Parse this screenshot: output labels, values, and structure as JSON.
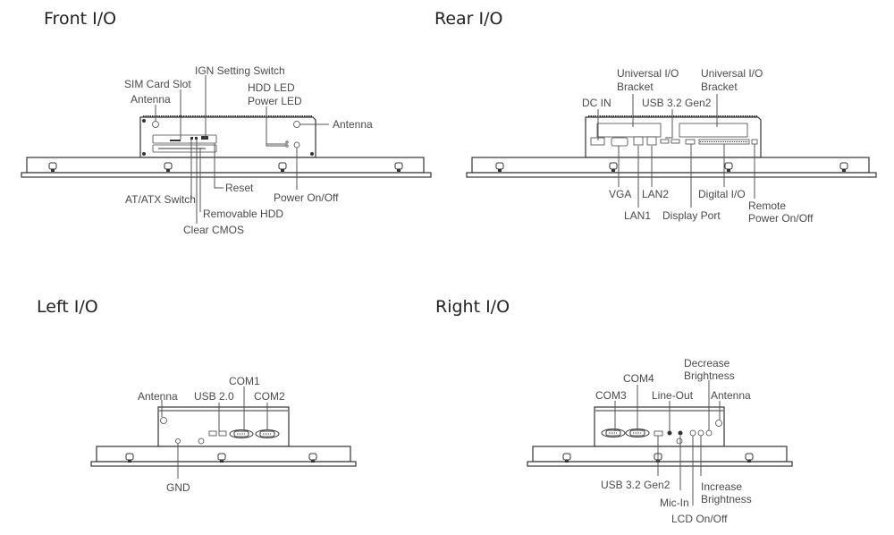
{
  "sections": {
    "front": {
      "title": "Front I/O",
      "labels": {
        "ign": "IGN Setting Switch",
        "sim": "SIM Card Slot",
        "antenna_left": "Antenna",
        "hdd_led": "HDD LED",
        "power_led": "Power LED",
        "antenna_right": "Antenna",
        "reset": "Reset",
        "power_onoff": "Power On/Off",
        "at_atx": "AT/ATX Switch",
        "removable_hdd": "Removable HDD",
        "clear_cmos": "Clear CMOS"
      }
    },
    "rear": {
      "title": "Rear I/O",
      "labels": {
        "uio1_a": "Universal I/O",
        "uio1_b": "Bracket",
        "uio2_a": "Universal I/O",
        "uio2_b": "Bracket",
        "dc_in": "DC IN",
        "usb": "USB 3.2 Gen2",
        "vga": "VGA",
        "lan2": "LAN2",
        "lan1": "LAN1",
        "dp": "Display Port",
        "dio": "Digital I/O",
        "remote_a": "Remote",
        "remote_b": "Power On/Off"
      }
    },
    "left": {
      "title": "Left I/O",
      "labels": {
        "com1": "COM1",
        "antenna": "Antenna",
        "usb": "USB 2.0",
        "com2": "COM2",
        "gnd": "GND"
      }
    },
    "right": {
      "title": "Right I/O",
      "labels": {
        "dec_a": "Decrease",
        "dec_b": "Brightness",
        "com4": "COM4",
        "com3": "COM3",
        "lineout": "Line-Out",
        "antenna": "Antenna",
        "usb": "USB 3.2 Gen2",
        "inc_a": "Increase",
        "inc_b": "Brightness",
        "micin": "Mic-In",
        "lcd": "LCD On/Off"
      }
    }
  }
}
